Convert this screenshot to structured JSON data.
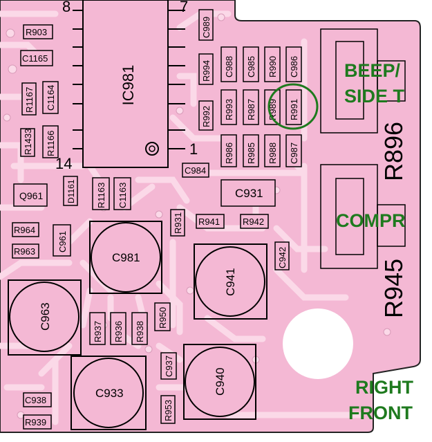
{
  "ic": {
    "name": "IC981",
    "pin_labels": [
      "8",
      "7",
      "14",
      "1"
    ]
  },
  "annotations": [
    {
      "id": "beep",
      "lines": [
        "BEEP/",
        "SIDE T"
      ]
    },
    {
      "id": "compr",
      "lines": [
        "COMPR"
      ]
    },
    {
      "id": "right-front",
      "lines": [
        "RIGHT",
        "FRONT"
      ]
    }
  ],
  "component_labels": {
    "large": [
      "R896",
      "R945"
    ],
    "small": [
      "R903",
      "C1165",
      "R1167",
      "C1164",
      "R1433",
      "R1166",
      "Q961",
      "D1161",
      "R1163",
      "C1163",
      "R964",
      "R963",
      "C961",
      "C989",
      "R994",
      "C988",
      "C985",
      "R990",
      "C986",
      "R992",
      "R993",
      "R987",
      "R989",
      "R991",
      "R986",
      "R985",
      "R988",
      "C987",
      "C984",
      "C931",
      "R931",
      "R941",
      "R942",
      "C942",
      "C981",
      "C963",
      "C941",
      "R937",
      "R936",
      "R938",
      "R950",
      "C937",
      "C933",
      "C940",
      "C938",
      "R939",
      "R953"
    ]
  },
  "highlight_ring": {
    "color": "#1e7a1e",
    "component": "R991"
  },
  "colors": {
    "board": "#f4b8d4",
    "trace": "#f8d0e2",
    "silkscreen": "#000000",
    "annotation": "#1e7a1e"
  }
}
